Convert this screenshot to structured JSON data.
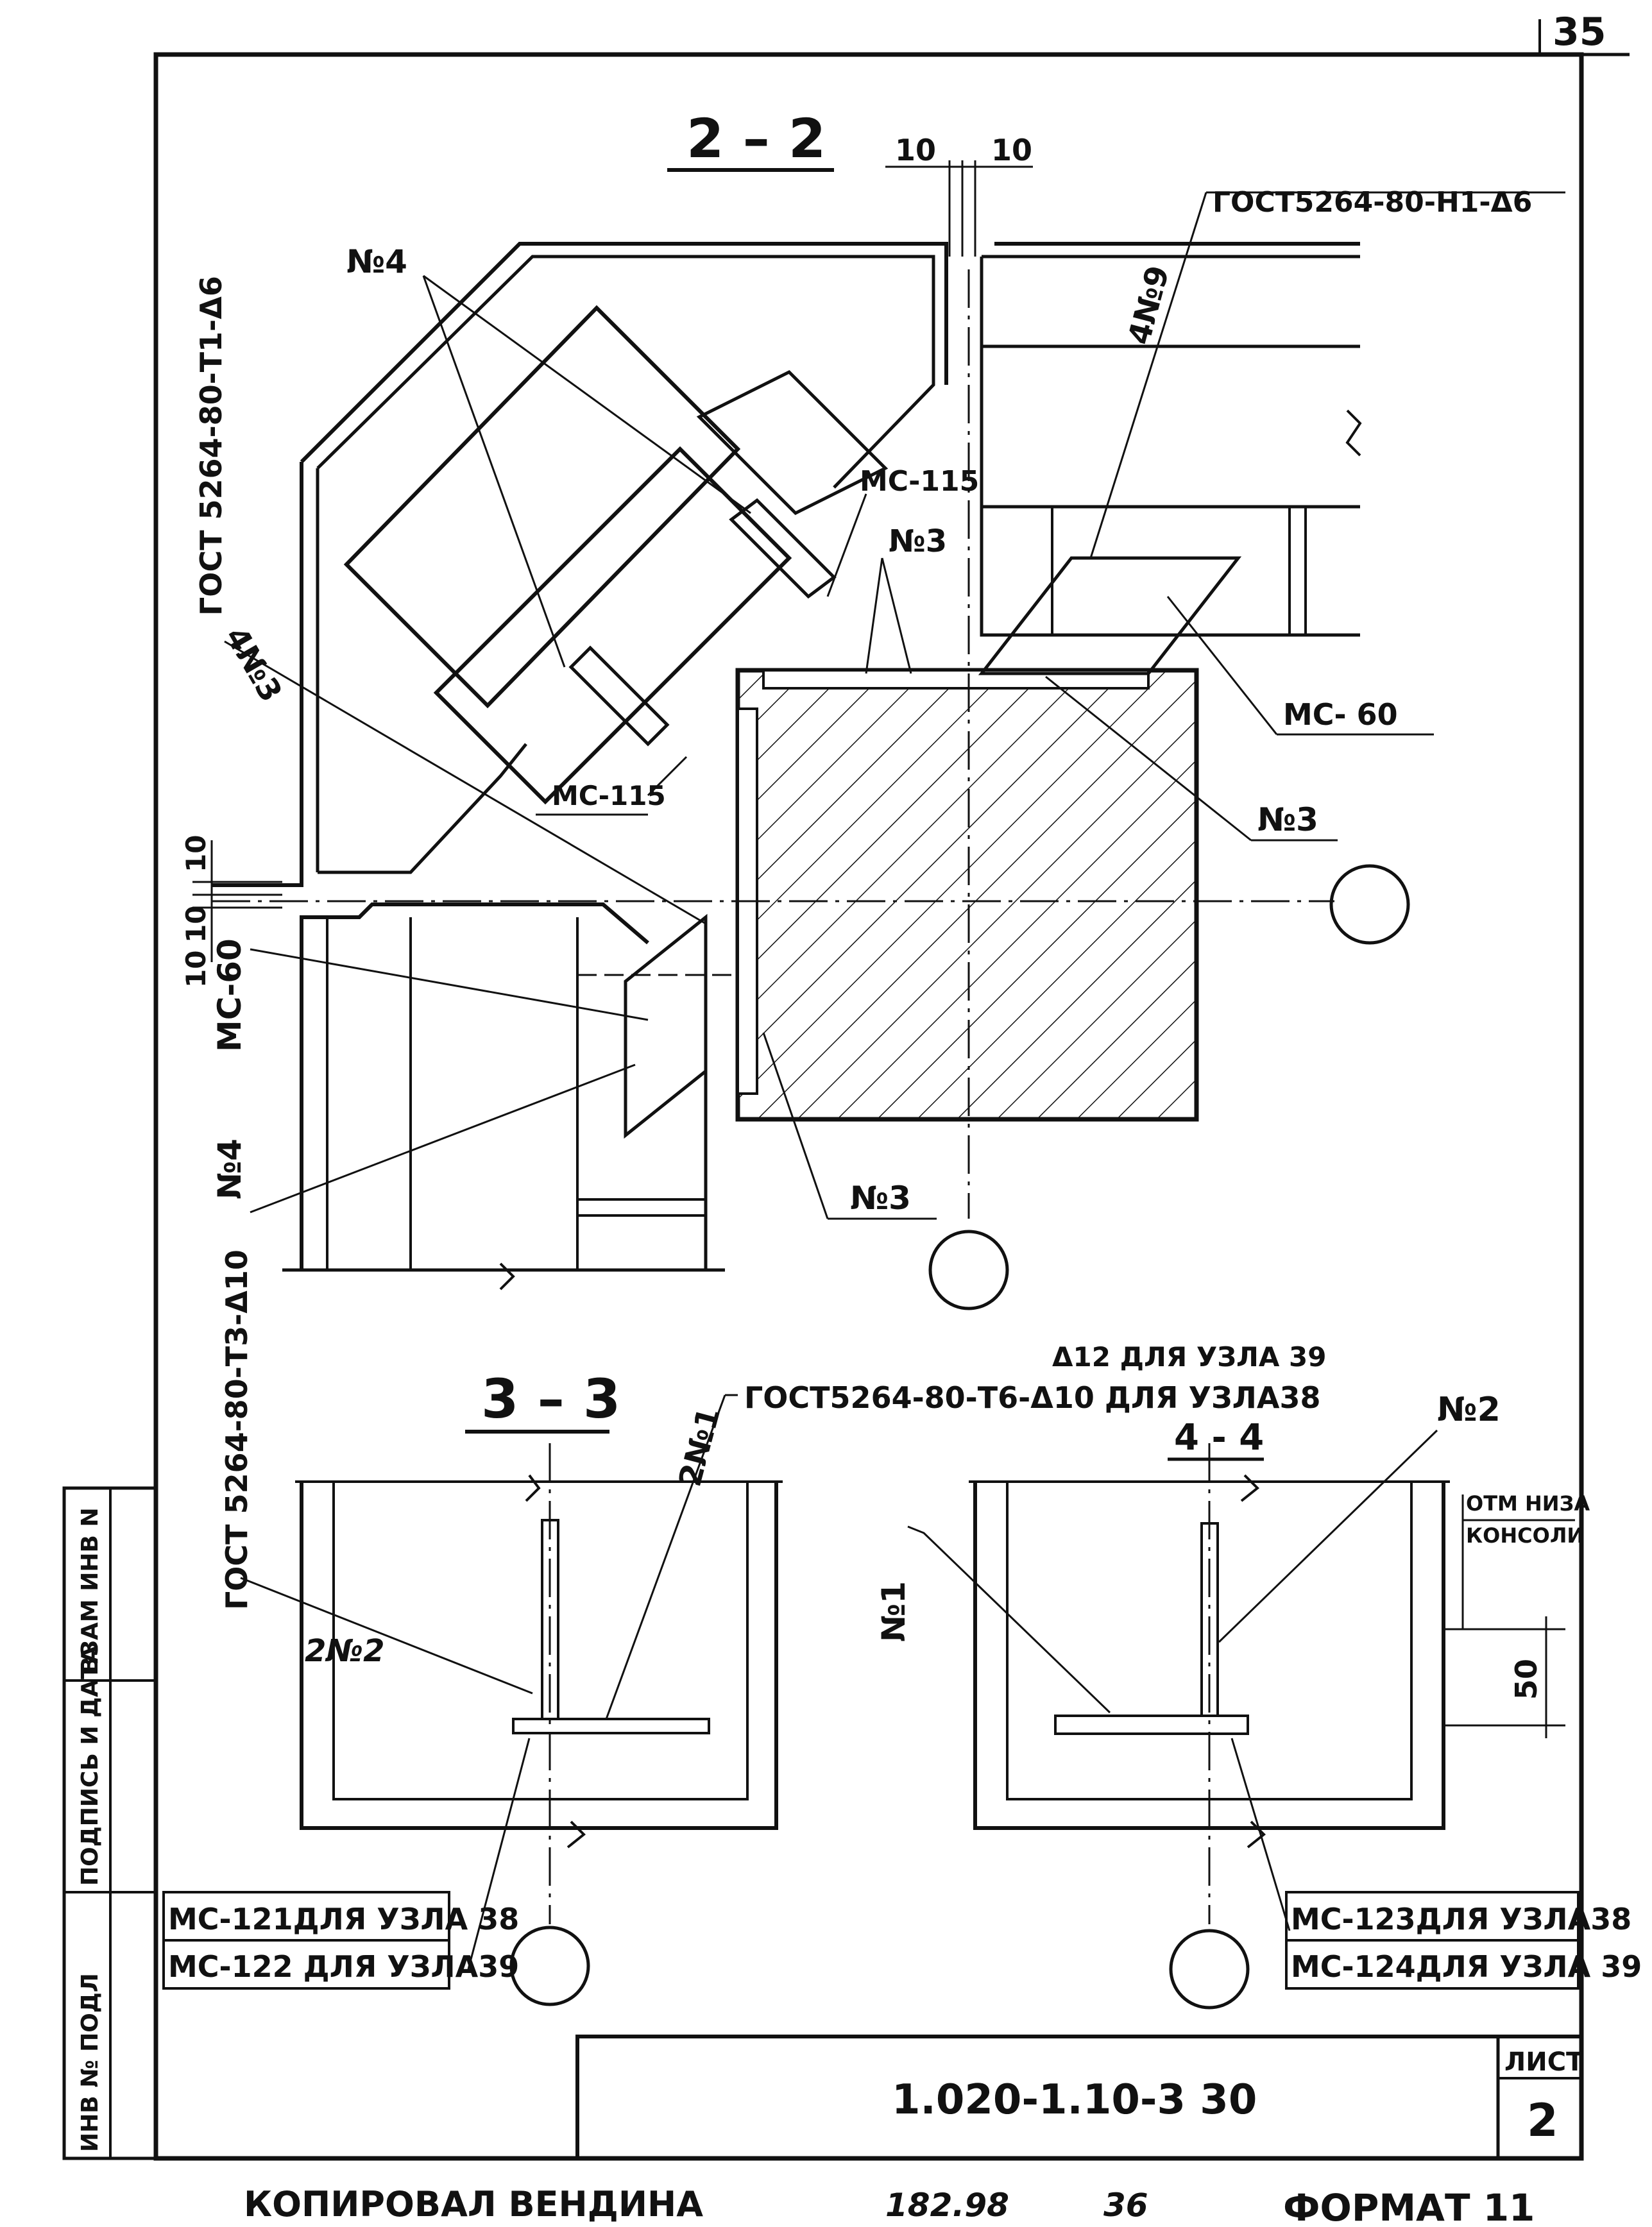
{
  "sheet_number_top": "35",
  "title_block": {
    "code": "1.020-1.10-3 30",
    "sheet_label": "ЛИСТ",
    "sheet_value": "2"
  },
  "side_stamp": {
    "inv_podl": "ИНВ № ПОДЛ",
    "podpis_data": "ПОДПИСЬ И ДАТА",
    "vzam_inv": "ВЗАМ ИНВ N"
  },
  "footer": {
    "copied": "КОПИРОВАЛ ВЕНДИНА",
    "date": "182.98",
    "num": "36",
    "format": "ФОРМАТ 11"
  },
  "section_2_2": {
    "title": "2 – 2",
    "dim_top_left": "10",
    "dim_top_right": "10",
    "gost_h1": "ГОСТ5264-80-Н1-Δ6",
    "gost_t1": "ГОСТ 5264-80-Т1-Δ6",
    "n4_top": "№4",
    "n4_left": "№4",
    "4n9": "4№9",
    "4n3": "4№3",
    "mc115_a": "МС-115",
    "mc115_b": "МС-115",
    "n3_a": "№3",
    "n3_b": "№3",
    "n3_c": "№3",
    "mc60_right": "МС- 60",
    "mc60_left": "МС-60",
    "dim_left_a": "10",
    "dim_left_b": "10",
    "dim_left_c": "10"
  },
  "section_3_3": {
    "title": "3 – 3",
    "gost_t3": "ГОСТ 5264-80-Т3-Δ10",
    "gost_t6": "ГОСТ5264-80-Т6-Δ10 ДЛЯ УЗЛА38",
    "gost_t6_alt": "Δ12 ДЛЯ УЗЛА 39",
    "2n1": "2№1",
    "2n2": "2№2",
    "mc121": "МС-121ДЛЯ УЗЛА 38",
    "mc122": "МС-122 ДЛЯ УЗЛА39"
  },
  "section_4_4": {
    "title": "4 - 4",
    "n2": "№2",
    "n1": "№1",
    "otm_1": "ОТМ НИЗА",
    "otm_2": "КОНСОЛИ",
    "dim_50": "50",
    "mc123": "МС-123ДЛЯ УЗЛА38",
    "mc124": "МС-124ДЛЯ УЗЛА 39"
  }
}
